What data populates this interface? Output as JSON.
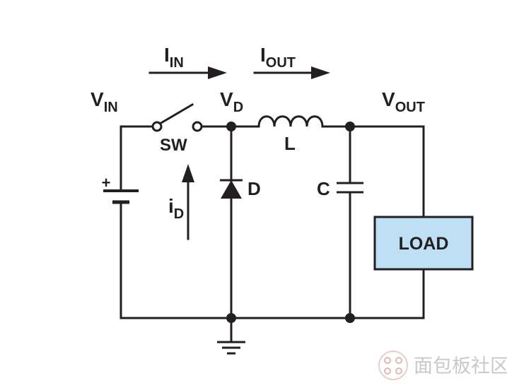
{
  "labels": {
    "vin": {
      "main": "V",
      "sub": "IN"
    },
    "vd": {
      "main": "V",
      "sub": "D"
    },
    "vout": {
      "main": "V",
      "sub": "OUT"
    },
    "iin": {
      "main": "I",
      "sub": "IN"
    },
    "iout": {
      "main": "I",
      "sub": "OUT"
    },
    "id": {
      "main": "i",
      "sub": "D"
    },
    "sw": "SW",
    "l": "L",
    "d": "D",
    "c": "C",
    "battery_plus": "+",
    "load": "LOAD"
  },
  "colors": {
    "wire": "#231f20",
    "load_fill": "#bfe0f4"
  },
  "watermark": {
    "text": "面包板社区"
  }
}
